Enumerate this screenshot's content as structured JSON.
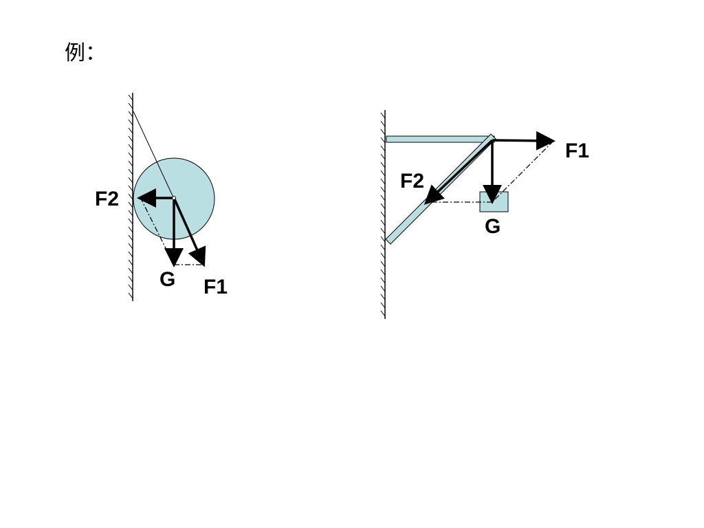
{
  "title": "例：",
  "diagram_left": {
    "labels": {
      "f2": "F2",
      "g": "G",
      "f1": "F1"
    }
  },
  "diagram_right": {
    "labels": {
      "f1": "F1",
      "f2": "F2",
      "g": "G"
    }
  },
  "colors": {
    "fill": "#b9dfe3",
    "stroke": "#000000"
  }
}
